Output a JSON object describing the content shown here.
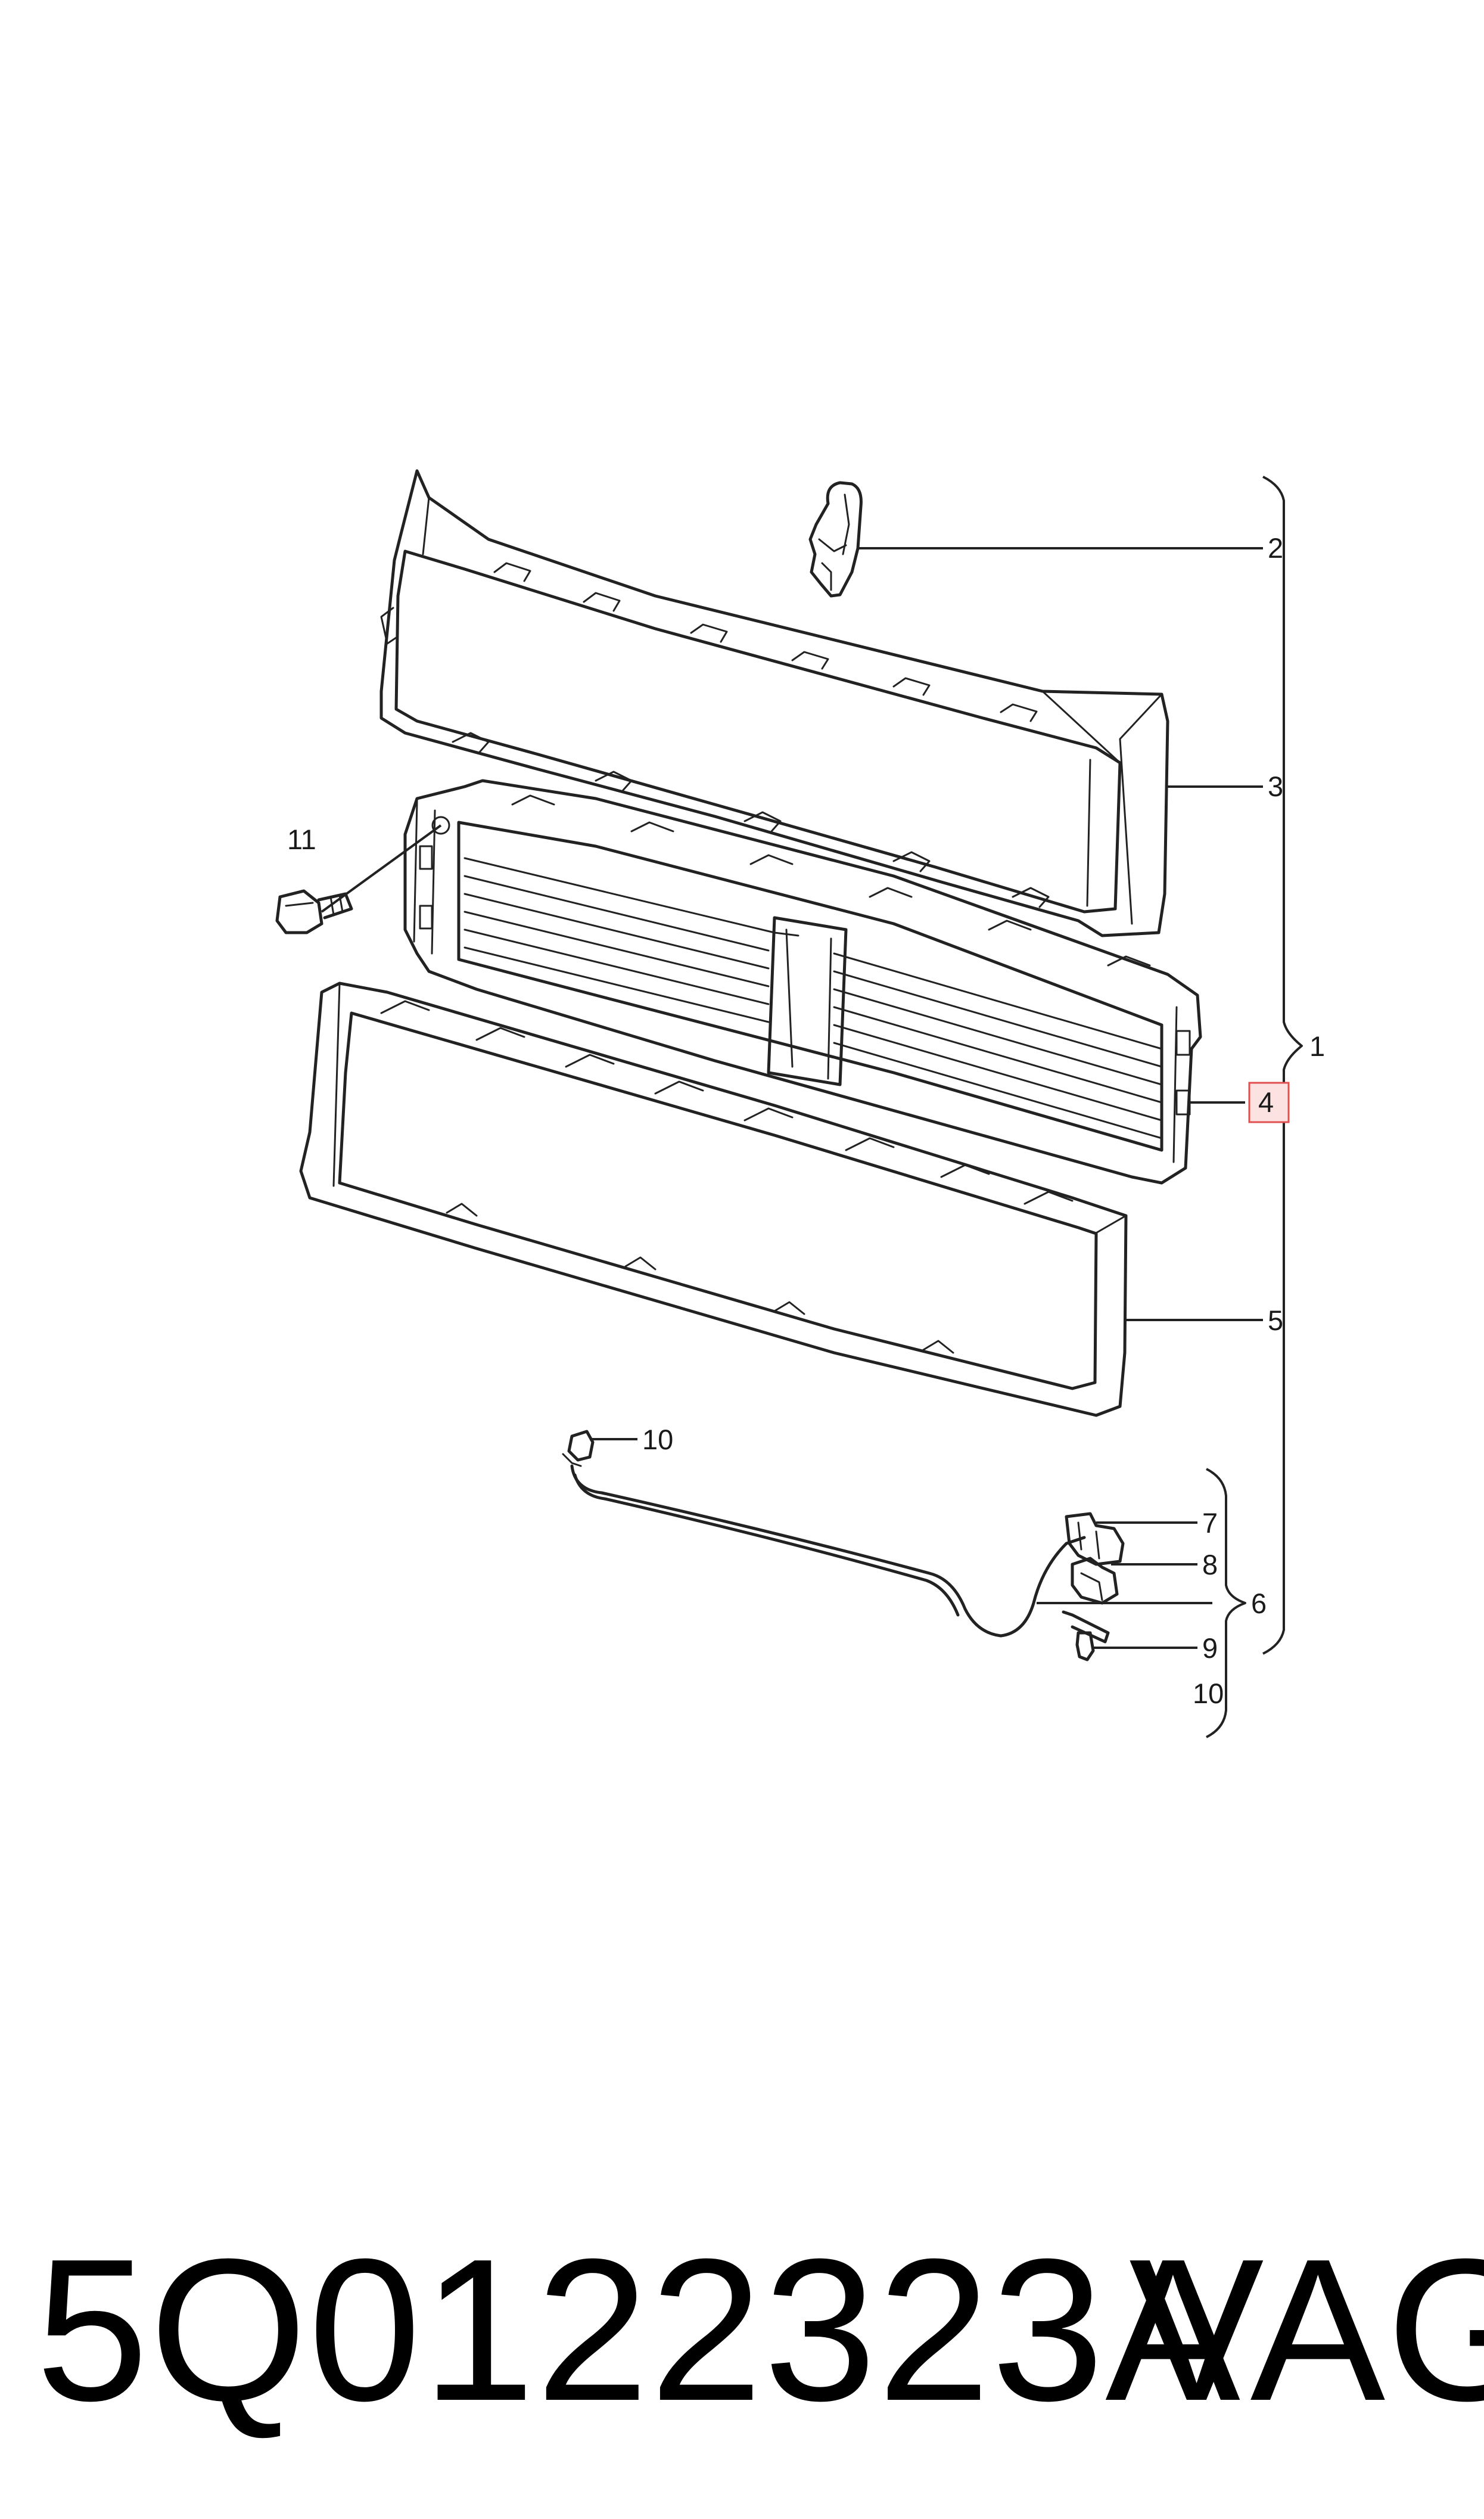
{
  "callouts": {
    "c1": "1",
    "c2": "2",
    "c3": "3",
    "c4": "4",
    "c5": "5",
    "c6": "6",
    "c7": "7",
    "c8": "8",
    "c9": "9",
    "c10a": "10",
    "c10b": "10",
    "c11": "11"
  },
  "highlight": {
    "callout": "4",
    "color": "#e05050"
  },
  "footer": {
    "part_number": "5Q0122323A",
    "brand": "VAG"
  }
}
